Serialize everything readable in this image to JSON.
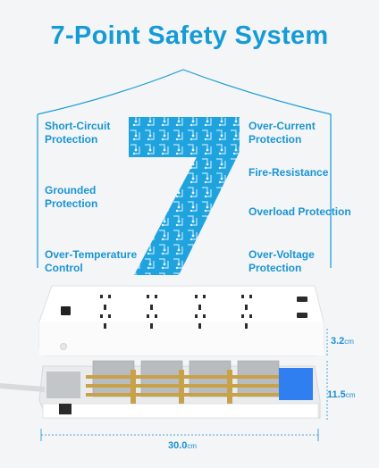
{
  "title": "7-Point Safety System",
  "big_number": "7",
  "features_left": [
    {
      "line1": "Short-Circuit",
      "line2": "Protection"
    },
    {
      "line1": "Grounded",
      "line2": "Protection"
    },
    {
      "line1": "Over-Temperature",
      "line2": "Control"
    }
  ],
  "features_right": [
    {
      "line1": "Over-Current",
      "line2": "Protection"
    },
    {
      "line1": "Fire-Resistance",
      "line2": ""
    },
    {
      "line1": "Overload Protection",
      "line2": ""
    },
    {
      "line1": "Over-Voltage",
      "line2": "Protection"
    }
  ],
  "dimensions": {
    "height_value": "3.2",
    "depth_value": "11.5",
    "width_value": "30.0",
    "unit": "cm"
  },
  "colors": {
    "accent": "#169bd7",
    "background": "#f3f5f7",
    "board_white": "#ffffff",
    "copper": "#c8a24a"
  }
}
